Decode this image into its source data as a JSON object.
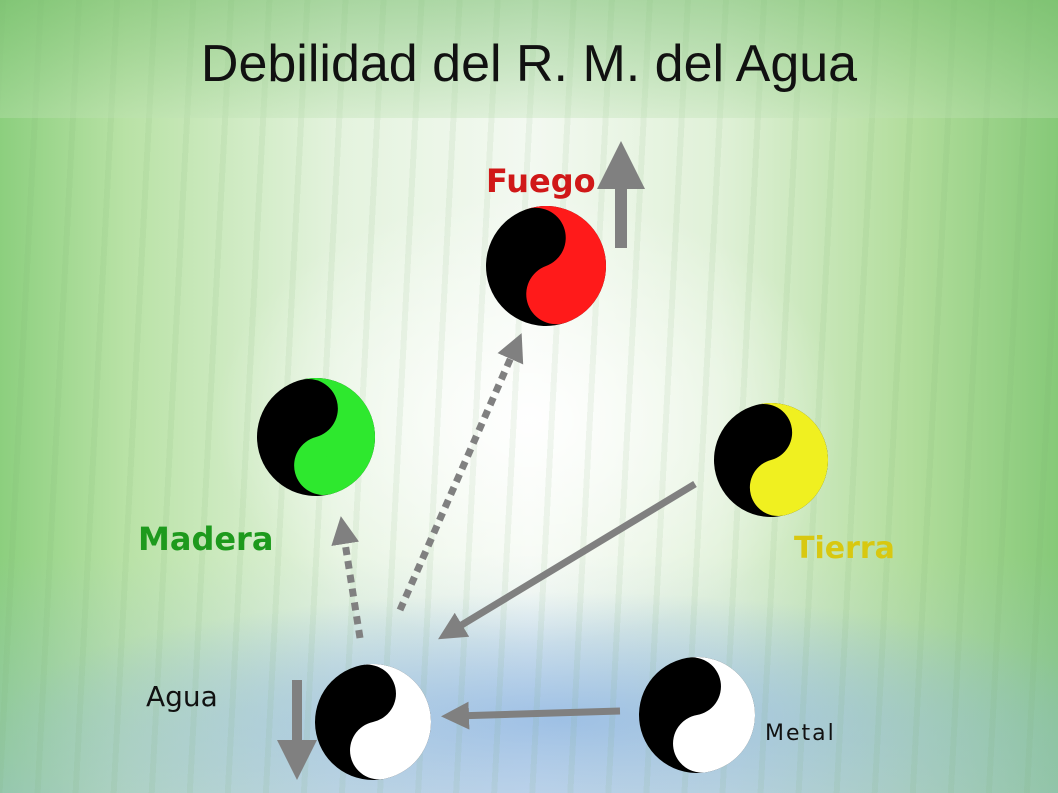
{
  "title": "Debilidad del R. M. del Agua",
  "labels": {
    "fuego": "Fuego",
    "madera": "Madera",
    "tierra": "Tierra",
    "agua": "Agua",
    "metal": "Metal"
  },
  "colors": {
    "fuego": "#ff1a1a",
    "madera": "#2ee82e",
    "tierra": "#f0f020",
    "agua": "#ffffff",
    "metal": "#ffffff",
    "arrow": "#808080",
    "fuego_label": "#d01818",
    "madera_label": "#1d9a1d",
    "tierra_label": "#d8c810"
  }
}
